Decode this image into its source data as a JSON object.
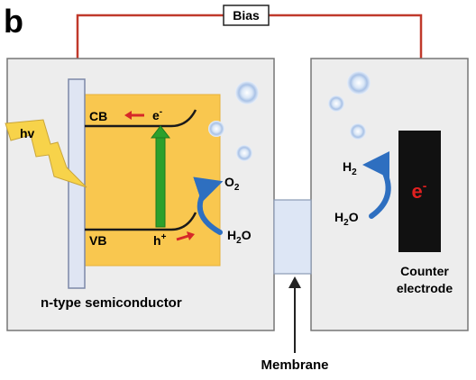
{
  "panel_label": "b",
  "bias_label": "Bias",
  "left_cell": {
    "cb_label": "CB",
    "vb_label": "VB",
    "photon_label": "hv",
    "electron_label": "e",
    "electron_sup": "-",
    "hole_label": "h",
    "hole_sup": "+",
    "o2_main": "O",
    "o2_sub": "2",
    "h2o_right_pre": "H",
    "h2o_right_sub": "2",
    "h2o_right_post": "O",
    "semiconductor_label": "n-type semiconductor"
  },
  "right_cell": {
    "h2_main": "H",
    "h2_sub": "2",
    "h2o_left_pre": "H",
    "h2o_left_sub": "2",
    "h2o_left_post": "O",
    "electron_label": "e",
    "electron_sup": "-",
    "counter_line1": "Counter",
    "counter_line2": "electrode"
  },
  "membrane_label": "Membrane",
  "colors": {
    "wire": "#c0392b",
    "semiconductor": "#f9c74f",
    "tank_fill": "#ededed",
    "electrode": "#111111",
    "green_arrow": "#2ca02c",
    "blue_arrow": "#2e6fc0",
    "red_arrow": "#d62828",
    "photon": "#f7d34a",
    "membrane": "#dde6f5"
  }
}
